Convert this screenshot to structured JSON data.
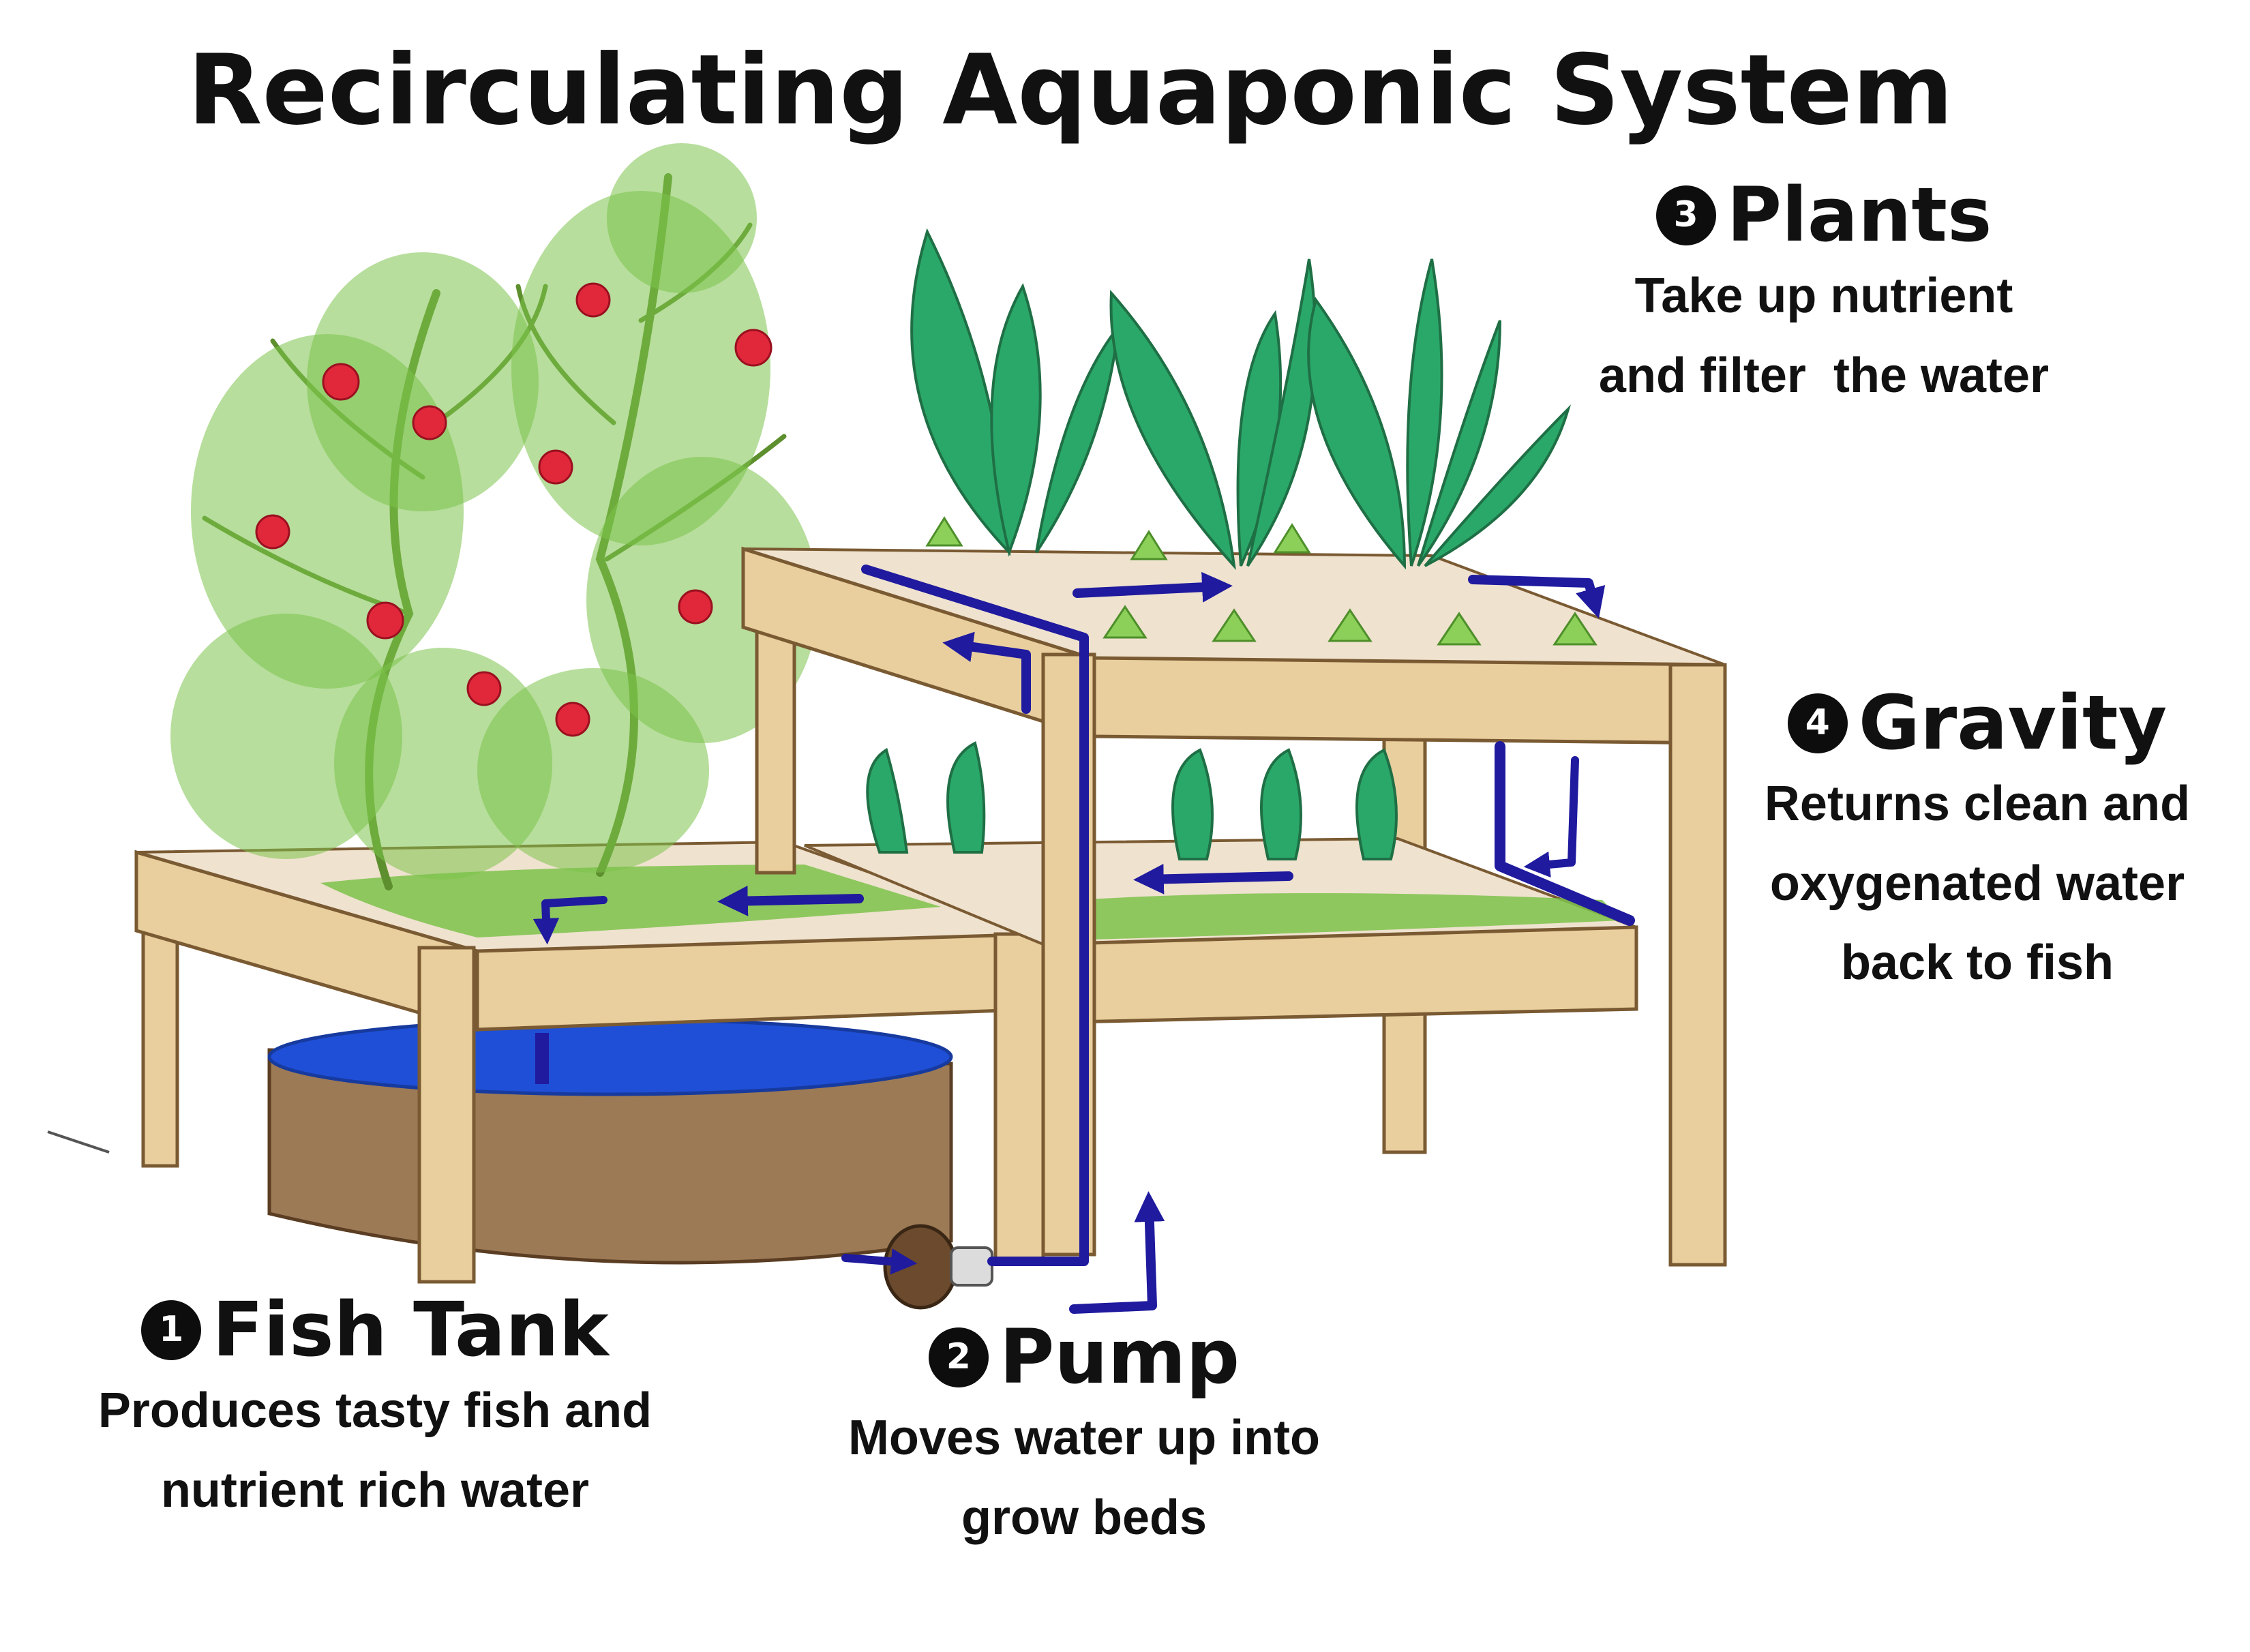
{
  "title": "Recirculating Aquaponic System",
  "colors": {
    "water_flow": "#1f1a9e",
    "tank_water": "#1f4fd6",
    "tank_wall": "#9c7a55",
    "wood": "#e9cf9e",
    "wood_outline": "#7a5a32",
    "leaf": "#2aa86a",
    "tomato_foliage": "#7cc24a",
    "tomato_fruit": "#e0283a",
    "gravel": "#efe2cf"
  },
  "steps": [
    {
      "number": "1",
      "name": "Fish Tank",
      "lines": [
        "Produces tasty fish and",
        "nutrient rich water"
      ],
      "icon": "fish-tank-icon"
    },
    {
      "number": "2",
      "name": "Pump",
      "lines": [
        "Moves water up into",
        "grow beds"
      ],
      "icon": "pump-icon"
    },
    {
      "number": "3",
      "name": "Plants",
      "lines": [
        "Take up nutrient",
        "and filter  the water"
      ],
      "icon": "plant-icon"
    },
    {
      "number": "4",
      "name": "Gravity",
      "lines": [
        "Returns clean and",
        "oxygenated water",
        "back to fish"
      ],
      "icon": "gravity-arrow-icon"
    }
  ]
}
